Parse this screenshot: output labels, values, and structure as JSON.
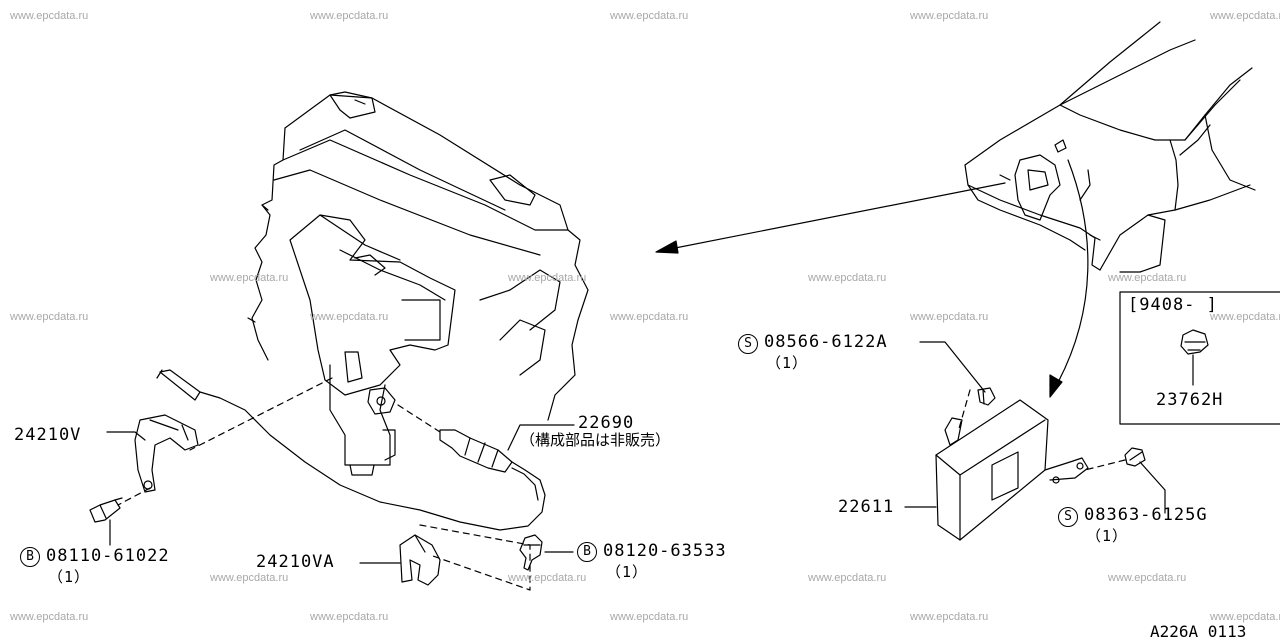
{
  "watermark": "www.epcdata.ru",
  "diagram_code": "A226A 0113",
  "parts": {
    "bracket_v": "24210V",
    "bracket_va": "24210VA",
    "sensor": "22690",
    "sensor_note": "（構成部品は非販売）",
    "ecu": "22611",
    "bolt_b1": {
      "symbol": "B",
      "part": "08110-61022",
      "qty": "（1）"
    },
    "bolt_b2": {
      "symbol": "B",
      "part": "08120-63533",
      "qty": "（1）"
    },
    "screw_s1": {
      "symbol": "S",
      "part": "08566-6122A",
      "qty": "（1）"
    },
    "screw_s2": {
      "symbol": "S",
      "part": "08363-6125G",
      "qty": "（1）"
    }
  },
  "inset": {
    "date_range": "[9408-     ]",
    "part": "23762H"
  }
}
